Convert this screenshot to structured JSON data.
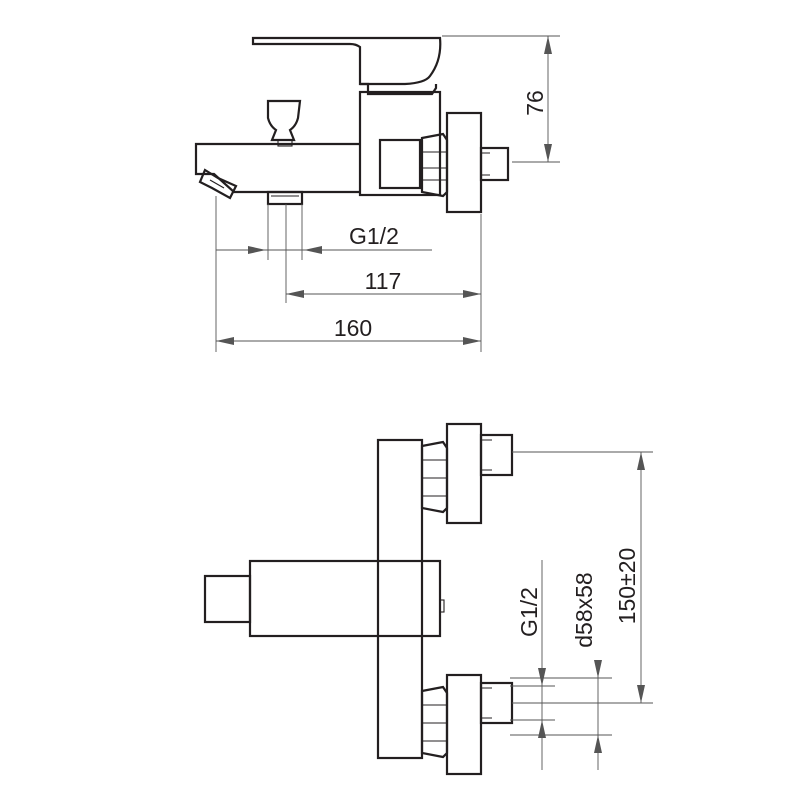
{
  "dimensions": {
    "top_inlet_thread": "G1/2",
    "top_spout_to_outlet": "117",
    "top_overall_length": "160",
    "top_height": "76",
    "bottom_inlet_thread": "G1/2",
    "bottom_cover": "d58x58",
    "bottom_centers": "150±20"
  }
}
